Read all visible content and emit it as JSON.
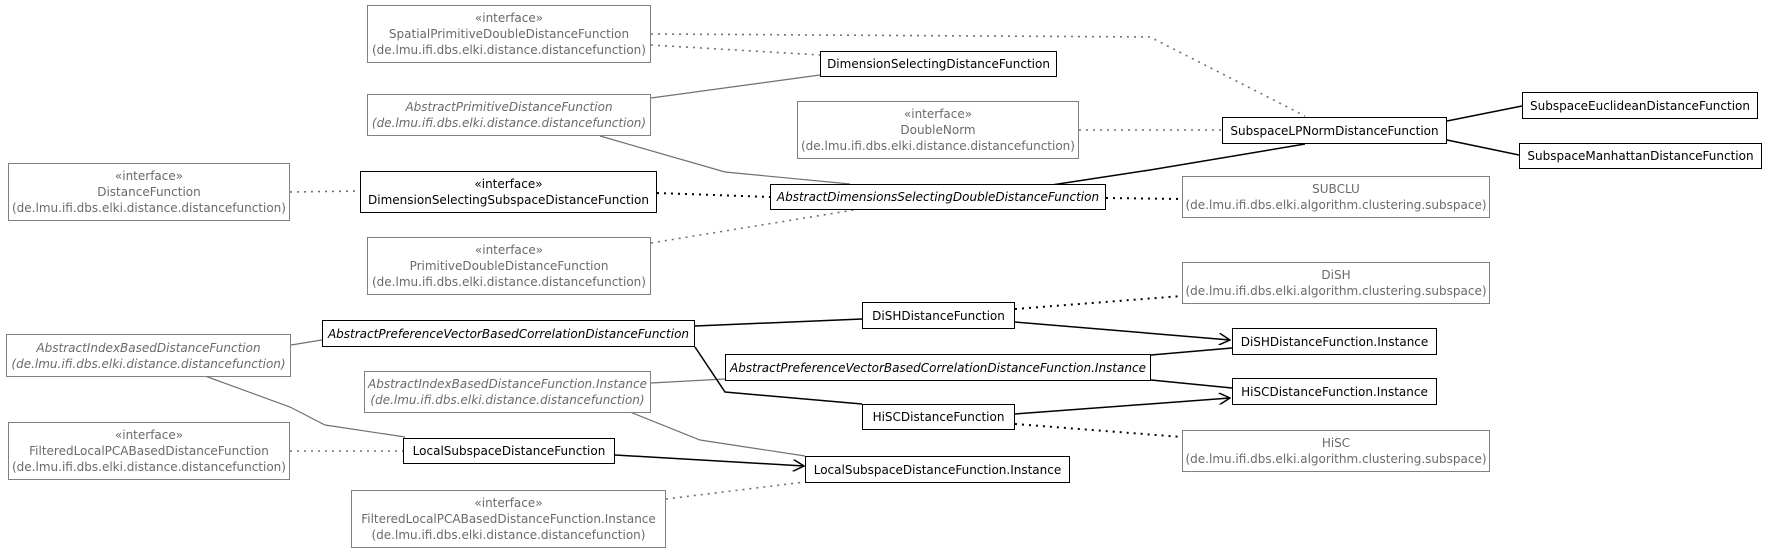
{
  "nodes": {
    "spatialPrimitiveDDF": {
      "stereotype": "«interface»",
      "name": "SpatialPrimitiveDoubleDistanceFunction",
      "package": "(de.lmu.ifi.dbs.elki.distance.distancefunction)"
    },
    "dimensionSelectingDF": {
      "name": "DimensionSelectingDistanceFunction"
    },
    "abstractPrimitiveDF": {
      "name": "AbstractPrimitiveDistanceFunction",
      "package": "(de.lmu.ifi.dbs.elki.distance.distancefunction)"
    },
    "doubleNorm": {
      "stereotype": "«interface»",
      "name": "DoubleNorm",
      "package": "(de.lmu.ifi.dbs.elki.distance.distancefunction)"
    },
    "subspaceLPNormDF": {
      "name": "SubspaceLPNormDistanceFunction"
    },
    "subspaceEuclideanDF": {
      "name": "SubspaceEuclideanDistanceFunction"
    },
    "subspaceManhattanDF": {
      "name": "SubspaceManhattanDistanceFunction"
    },
    "distanceFunction": {
      "stereotype": "«interface»",
      "name": "DistanceFunction",
      "package": "(de.lmu.ifi.dbs.elki.distance.distancefunction)"
    },
    "dimSelSubspaceDF": {
      "stereotype": "«interface»",
      "name": "DimensionSelectingSubspaceDistanceFunction"
    },
    "abstractDimSelDDF": {
      "name": "AbstractDimensionsSelectingDoubleDistanceFunction"
    },
    "subclu": {
      "name": "SUBCLU",
      "package": "(de.lmu.ifi.dbs.elki.algorithm.clustering.subspace)"
    },
    "primitiveDDF": {
      "stereotype": "«interface»",
      "name": "PrimitiveDoubleDistanceFunction",
      "package": "(de.lmu.ifi.dbs.elki.distance.distancefunction)"
    },
    "dish": {
      "name": "DiSH",
      "package": "(de.lmu.ifi.dbs.elki.algorithm.clustering.subspace)"
    },
    "abstractIndexBasedDF": {
      "name": "AbstractIndexBasedDistanceFunction",
      "package": "(de.lmu.ifi.dbs.elki.distance.distancefunction)"
    },
    "abstractPrefVecDF": {
      "name": "AbstractPreferenceVectorBasedCorrelationDistanceFunction"
    },
    "dishDF": {
      "name": "DiSHDistanceFunction"
    },
    "dishDFInstance": {
      "name": "DiSHDistanceFunction.Instance"
    },
    "abstractPrefVecDFInstance": {
      "name": "AbstractPreferenceVectorBasedCorrelationDistanceFunction.Instance"
    },
    "abstractIndexBasedDFInstance": {
      "name": "AbstractIndexBasedDistanceFunction.Instance",
      "package": "(de.lmu.ifi.dbs.elki.distance.distancefunction)"
    },
    "hiscDFInstance": {
      "name": "HiSCDistanceFunction.Instance"
    },
    "hiscDF": {
      "name": "HiSCDistanceFunction"
    },
    "hisc": {
      "name": "HiSC",
      "package": "(de.lmu.ifi.dbs.elki.algorithm.clustering.subspace)"
    },
    "filteredLocalPCADF": {
      "stereotype": "«interface»",
      "name": "FilteredLocalPCABasedDistanceFunction",
      "package": "(de.lmu.ifi.dbs.elki.distance.distancefunction)"
    },
    "localSubspaceDF": {
      "name": "LocalSubspaceDistanceFunction"
    },
    "localSubspaceDFInstance": {
      "name": "LocalSubspaceDistanceFunction.Instance"
    },
    "filteredLocalPCADFInstance": {
      "stereotype": "«interface»",
      "name": "FilteredLocalPCABasedDistanceFunction.Instance",
      "package": "(de.lmu.ifi.dbs.elki.distance.distancefunction)"
    }
  },
  "colors": {
    "local_border": "#000000",
    "external_border": "#808080",
    "external_text": "#6a6a6a",
    "edge_grey": "#707070",
    "edge_black": "#000000"
  }
}
